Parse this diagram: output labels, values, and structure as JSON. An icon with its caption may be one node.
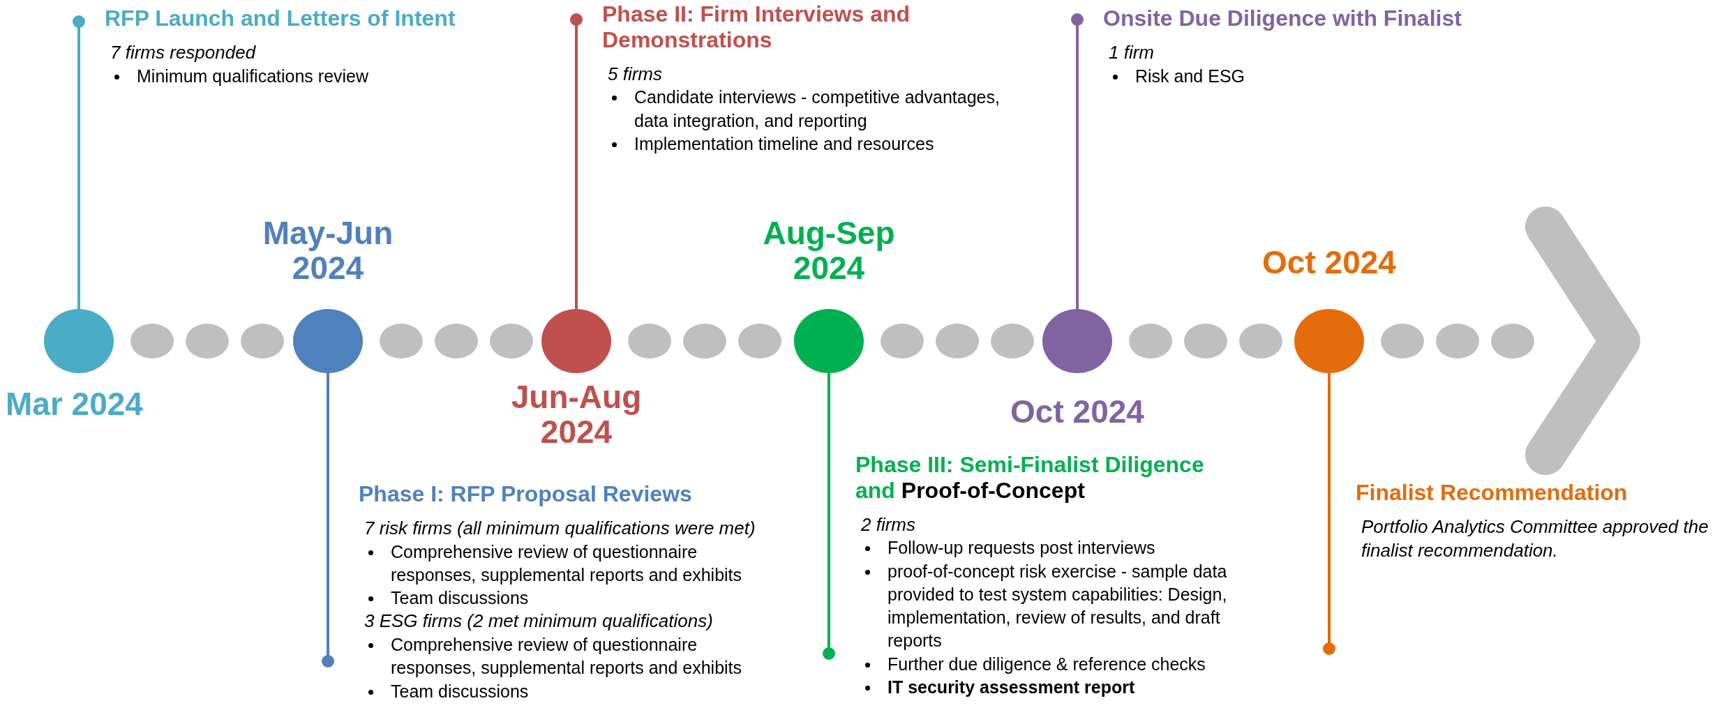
{
  "diagram": {
    "nodes": [
      {
        "text": [],
        "shape": "circle",
        "beside": [
          "Mar 2024"
        ]
      },
      {
        "text": [],
        "shape": "circle",
        "beside": [
          "May-Jun 2024"
        ]
      },
      {
        "text": [],
        "shape": "circle",
        "beside": [
          "Jun-Aug 2024"
        ]
      },
      {
        "text": [],
        "shape": "circle",
        "beside": [
          "Aug-Sep 2024"
        ]
      },
      {
        "text": [],
        "shape": "circle",
        "beside": [
          "Oct 2024"
        ]
      },
      {
        "text": [],
        "shape": "circle",
        "beside": [
          "Oct 2024"
        ]
      },
      {
        "text": [
          "RFP Launch and Letters of Intent",
          "7 firms responded",
          "Minimum qualifications review"
        ]
      },
      {
        "text": [
          "Phase I: RFP Proposal Reviews",
          "7 risk firms (all minimum qualifications were met)",
          "Comprehensive review of questionnaire responses, supplemental reports and exhibits",
          "Team discussions",
          "3 ESG firms (2 met minimum qualifications)",
          "Comprehensive review of questionnaire responses, supplemental reports and exhibits",
          "Team discussions"
        ]
      },
      {
        "text": [
          "Phase II: Firm Interviews and Demonstrations",
          "5 firms",
          "Candidate interviews - competitive advantages, data integration, and reporting",
          "Implementation timeline and resources"
        ]
      },
      {
        "text": [
          "Phase III: Semi-Finalist Diligence and",
          "Proof-of-Concept",
          "2 firms",
          "Follow-up requests post interviews",
          "proof-of-concept risk exercise - sample data provided to test system capabilities: Design, implementation, review of results, and draft reports",
          "Further due diligence & reference checks",
          "IT security assessment report"
        ]
      },
      {
        "text": [
          "Onsite Due Diligence with Finalist",
          "1 firm",
          "Risk and ESG"
        ]
      },
      {
        "text": [
          "Finalist Recommendation",
          "Portfolio Analytics Committee approved the finalist recommendation."
        ]
      }
    ],
    "edges": [
      {
        "from": 0,
        "to": 6,
        "arrow": "other",
        "color": "#4bacc6"
      },
      {
        "from": 1,
        "to": 7,
        "arrow": "other",
        "color": "#4f81bd"
      },
      {
        "from": 2,
        "to": 8,
        "arrow": "other",
        "color": "#c0504d"
      },
      {
        "from": 3,
        "to": 9,
        "arrow": "other",
        "color": "#00b050"
      },
      {
        "from": 4,
        "to": 10,
        "arrow": "other",
        "color": "#8064a2"
      },
      {
        "from": 5,
        "to": 11,
        "arrow": "other",
        "color": "#e46c0a"
      }
    ]
  }
}
